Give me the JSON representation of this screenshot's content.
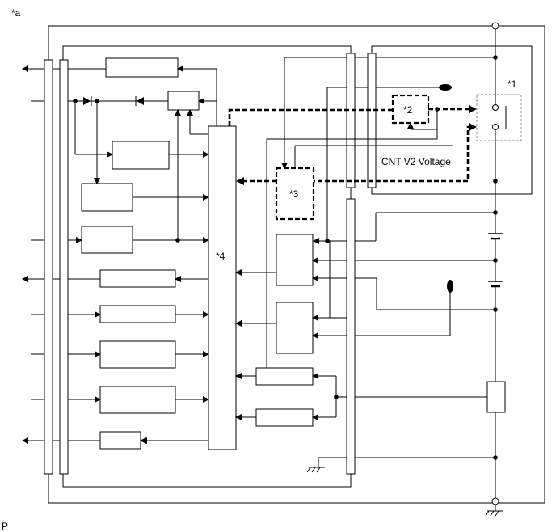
{
  "labels": {
    "corner": "*a",
    "relay": "*1",
    "block2": "*2",
    "block3": "*3",
    "block4": "*4",
    "voltage": "CNT V2 Voltage",
    "footer": "P"
  }
}
